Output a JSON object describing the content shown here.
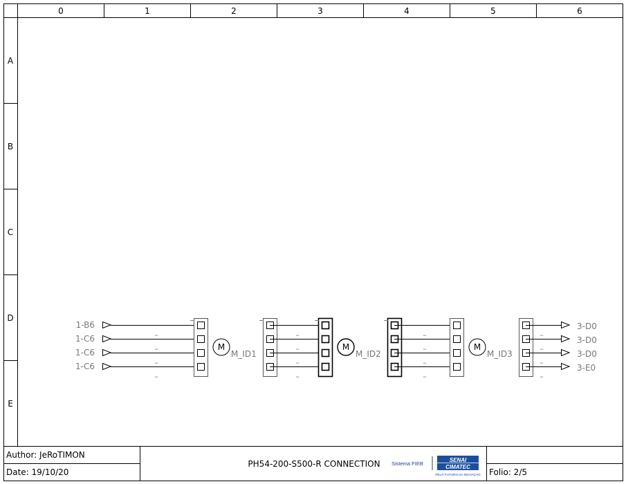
{
  "grid": {
    "columns": [
      "0",
      "1",
      "2",
      "3",
      "4",
      "5",
      "6"
    ],
    "rows": [
      "A",
      "B",
      "C",
      "D",
      "E"
    ]
  },
  "signals_in": [
    "1-B6",
    "1-C6",
    "1-C6",
    "1-C6"
  ],
  "signals_out": [
    "3-D0",
    "3-D0",
    "3-D0",
    "3-E0"
  ],
  "motors": [
    {
      "symbol": "M",
      "label": "M_ID1"
    },
    {
      "symbol": "M",
      "label": "M_ID2"
    },
    {
      "symbol": "M",
      "label": "M_ID3"
    }
  ],
  "wire_marks": [
    "–",
    "–",
    "–",
    "–"
  ],
  "title_block": {
    "author": "Author: JeRoTIMON",
    "date": "Date: 19/10/20",
    "title": "PH54-200-S500-R  CONNECTION",
    "folio": "Folio: 2/5",
    "logo_system": "Sistema FIEB",
    "logo_senai": "SENAI",
    "logo_cimatec": "CIMATEC",
    "logo_tagline": "PELO FUTURO DA INOVAÇÃO"
  }
}
